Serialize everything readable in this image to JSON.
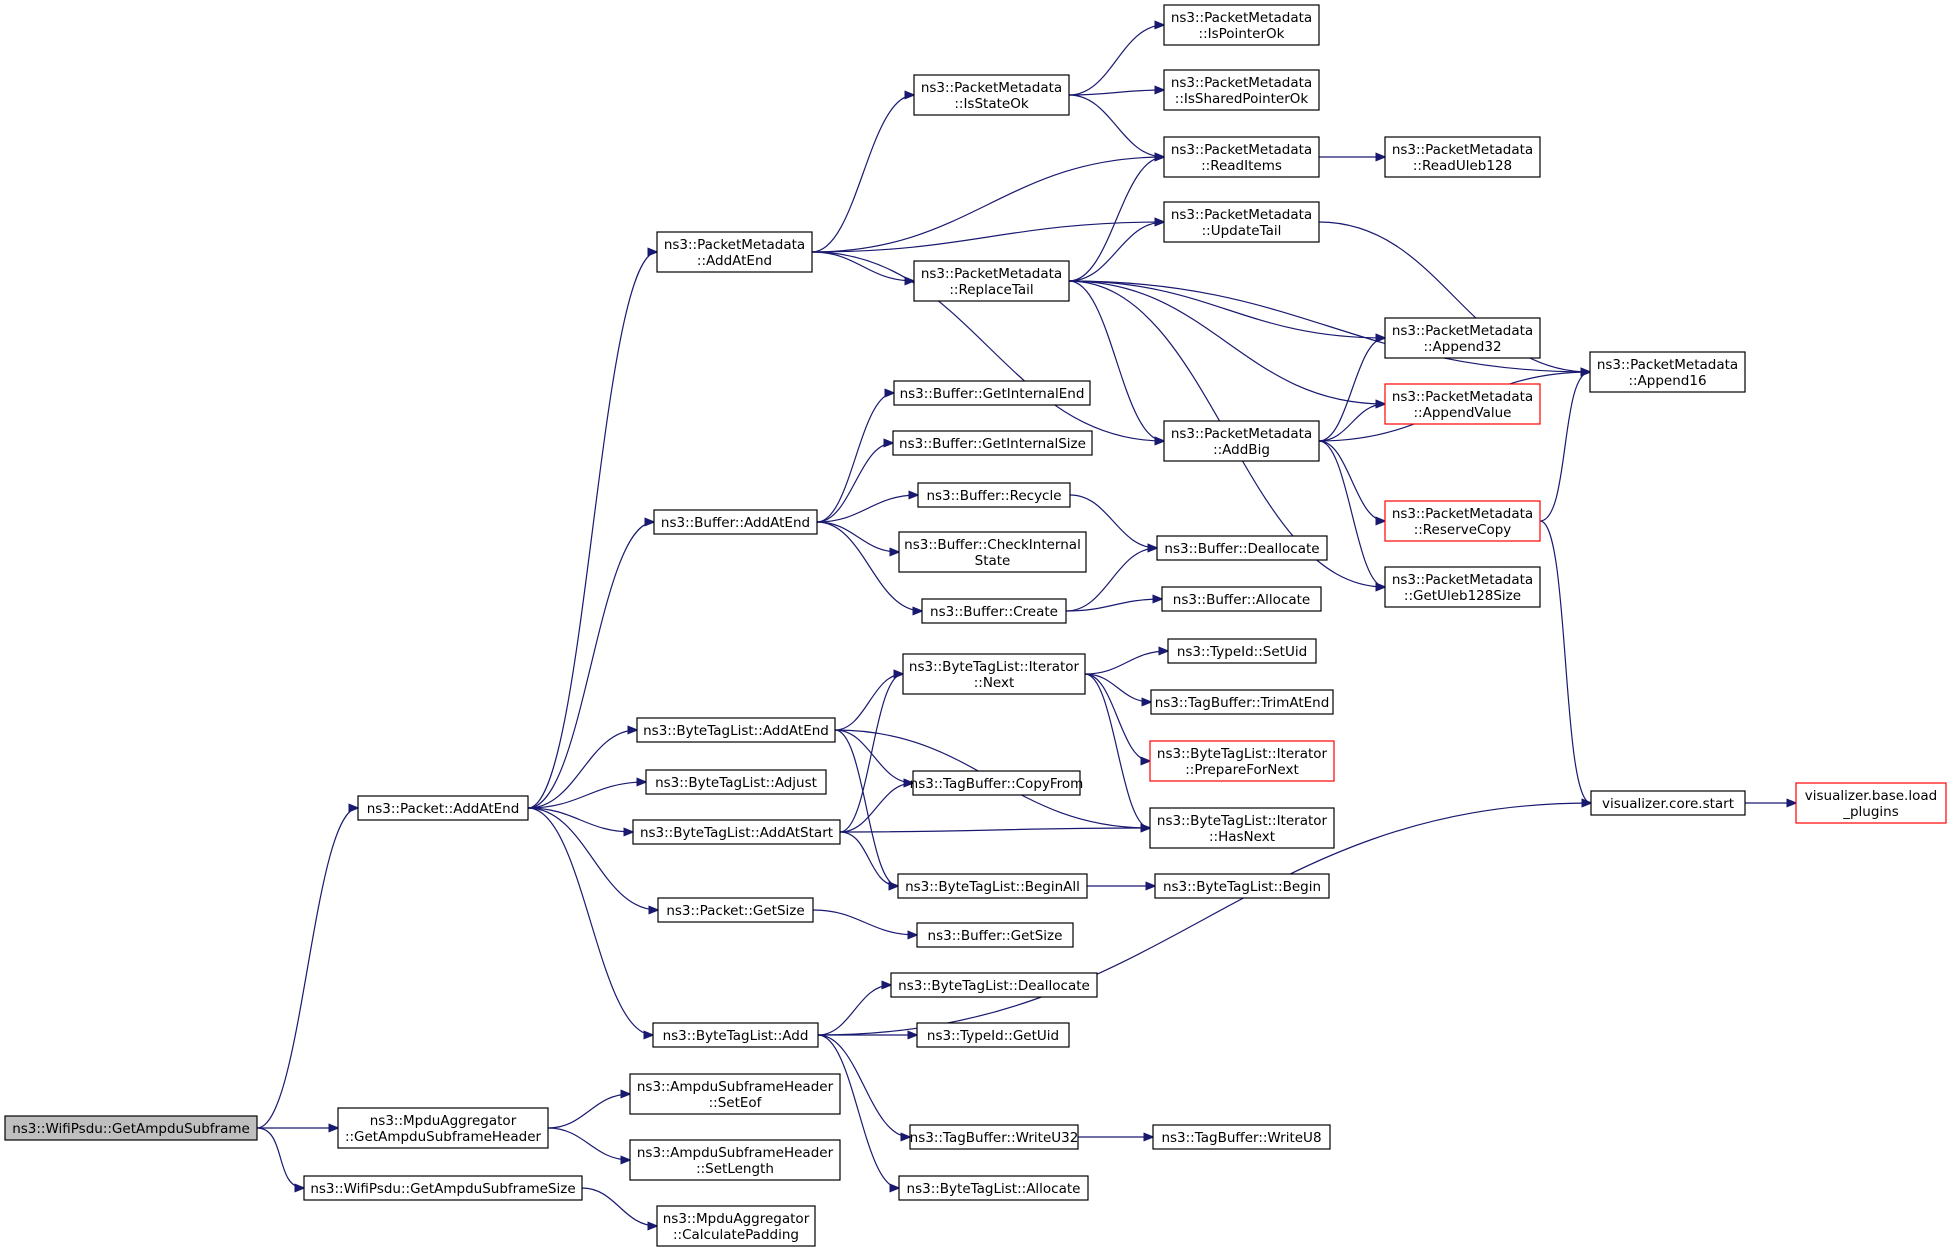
{
  "nodes": [
    {
      "id": "wifipsdu_getampdusubframe",
      "lines": [
        "ns3::WifiPsdu::GetAmpduSubframe"
      ],
      "root": true
    },
    {
      "id": "packet_addatend",
      "lines": [
        "ns3::Packet::AddAtEnd"
      ]
    },
    {
      "id": "mpduagg_getampdusubframeheader",
      "lines": [
        "ns3::MpduAggregator",
        "::GetAmpduSubframeHeader"
      ]
    },
    {
      "id": "wifipsdu_getampdusubframesize",
      "lines": [
        "ns3::WifiPsdu::GetAmpduSubframeSize"
      ]
    },
    {
      "id": "pm_addatend",
      "lines": [
        "ns3::PacketMetadata",
        "::AddAtEnd"
      ]
    },
    {
      "id": "buffer_addatend",
      "lines": [
        "ns3::Buffer::AddAtEnd"
      ]
    },
    {
      "id": "btl_addatend",
      "lines": [
        "ns3::ByteTagList::AddAtEnd"
      ]
    },
    {
      "id": "btl_adjust",
      "lines": [
        "ns3::ByteTagList::Adjust"
      ]
    },
    {
      "id": "btl_addatstart",
      "lines": [
        "ns3::ByteTagList::AddAtStart"
      ]
    },
    {
      "id": "packet_getsize",
      "lines": [
        "ns3::Packet::GetSize"
      ]
    },
    {
      "id": "btl_add",
      "lines": [
        "ns3::ByteTagList::Add"
      ]
    },
    {
      "id": "ash_seteof",
      "lines": [
        "ns3::AmpduSubframeHeader",
        "::SetEof"
      ]
    },
    {
      "id": "ash_setlength",
      "lines": [
        "ns3::AmpduSubframeHeader",
        "::SetLength"
      ]
    },
    {
      "id": "mpduagg_calculatepadding",
      "lines": [
        "ns3::MpduAggregator",
        "::CalculatePadding"
      ]
    },
    {
      "id": "pm_isstateok",
      "lines": [
        "ns3::PacketMetadata",
        "::IsStateOk"
      ]
    },
    {
      "id": "pm_replacetail",
      "lines": [
        "ns3::PacketMetadata",
        "::ReplaceTail"
      ]
    },
    {
      "id": "buffer_getinternalend",
      "lines": [
        "ns3::Buffer::GetInternalEnd"
      ]
    },
    {
      "id": "buffer_getinternalsize",
      "lines": [
        "ns3::Buffer::GetInternalSize"
      ]
    },
    {
      "id": "buffer_recycle",
      "lines": [
        "ns3::Buffer::Recycle"
      ]
    },
    {
      "id": "buffer_checkinternalstate",
      "lines": [
        "ns3::Buffer::CheckInternal",
        "State"
      ]
    },
    {
      "id": "buffer_create",
      "lines": [
        "ns3::Buffer::Create"
      ]
    },
    {
      "id": "btl_iterator_next",
      "lines": [
        "ns3::ByteTagList::Iterator",
        "::Next"
      ]
    },
    {
      "id": "tagbuffer_copyfrom",
      "lines": [
        "ns3::TagBuffer::CopyFrom"
      ]
    },
    {
      "id": "btl_beginall",
      "lines": [
        "ns3::ByteTagList::BeginAll"
      ]
    },
    {
      "id": "buffer_getsize",
      "lines": [
        "ns3::Buffer::GetSize"
      ]
    },
    {
      "id": "btl_deallocate",
      "lines": [
        "ns3::ByteTagList::Deallocate"
      ]
    },
    {
      "id": "typeid_getuid",
      "lines": [
        "ns3::TypeId::GetUid"
      ]
    },
    {
      "id": "tagbuffer_writeu32",
      "lines": [
        "ns3::TagBuffer::WriteU32"
      ]
    },
    {
      "id": "btl_allocate",
      "lines": [
        "ns3::ByteTagList::Allocate"
      ]
    },
    {
      "id": "pm_ispointerok",
      "lines": [
        "ns3::PacketMetadata",
        "::IsPointerOk"
      ]
    },
    {
      "id": "pm_issharedpointerok",
      "lines": [
        "ns3::PacketMetadata",
        "::IsSharedPointerOk"
      ]
    },
    {
      "id": "pm_readitems",
      "lines": [
        "ns3::PacketMetadata",
        "::ReadItems"
      ]
    },
    {
      "id": "pm_updatetail",
      "lines": [
        "ns3::PacketMetadata",
        "::UpdateTail"
      ]
    },
    {
      "id": "pm_addbig",
      "lines": [
        "ns3::PacketMetadata",
        "::AddBig"
      ]
    },
    {
      "id": "buffer_deallocate",
      "lines": [
        "ns3::Buffer::Deallocate"
      ]
    },
    {
      "id": "buffer_allocate",
      "lines": [
        "ns3::Buffer::Allocate"
      ]
    },
    {
      "id": "typeid_setuid",
      "lines": [
        "ns3::TypeId::SetUid"
      ]
    },
    {
      "id": "tagbuffer_trimatend",
      "lines": [
        "ns3::TagBuffer::TrimAtEnd"
      ]
    },
    {
      "id": "btl_iterator_preparefornext",
      "lines": [
        "ns3::ByteTagList::Iterator",
        "::PrepareForNext"
      ],
      "red": true
    },
    {
      "id": "btl_iterator_hasnext",
      "lines": [
        "ns3::ByteTagList::Iterator",
        "::HasNext"
      ]
    },
    {
      "id": "btl_begin",
      "lines": [
        "ns3::ByteTagList::Begin"
      ]
    },
    {
      "id": "tagbuffer_writeu8",
      "lines": [
        "ns3::TagBuffer::WriteU8"
      ]
    },
    {
      "id": "pm_readuleb128",
      "lines": [
        "ns3::PacketMetadata",
        "::ReadUleb128"
      ]
    },
    {
      "id": "pm_append32",
      "lines": [
        "ns3::PacketMetadata",
        "::Append32"
      ]
    },
    {
      "id": "pm_appendvalue",
      "lines": [
        "ns3::PacketMetadata",
        "::AppendValue"
      ],
      "red": true
    },
    {
      "id": "pm_reservecopy",
      "lines": [
        "ns3::PacketMetadata",
        "::ReserveCopy"
      ],
      "red": true
    },
    {
      "id": "pm_getuleb128size",
      "lines": [
        "ns3::PacketMetadata",
        "::GetUleb128Size"
      ]
    },
    {
      "id": "pm_append16",
      "lines": [
        "ns3::PacketMetadata",
        "::Append16"
      ]
    },
    {
      "id": "visualizer_core_start",
      "lines": [
        "visualizer.core.start"
      ]
    },
    {
      "id": "visualizer_base_load_plugins",
      "lines": [
        "visualizer.base.load",
        "_plugins"
      ],
      "red": true
    }
  ],
  "edges": [
    [
      "wifipsdu_getampdusubframe",
      "packet_addatend"
    ],
    [
      "wifipsdu_getampdusubframe",
      "mpduagg_getampdusubframeheader"
    ],
    [
      "wifipsdu_getampdusubframe",
      "wifipsdu_getampdusubframesize"
    ],
    [
      "packet_addatend",
      "pm_addatend"
    ],
    [
      "packet_addatend",
      "buffer_addatend"
    ],
    [
      "packet_addatend",
      "btl_addatend"
    ],
    [
      "packet_addatend",
      "btl_adjust"
    ],
    [
      "packet_addatend",
      "btl_addatstart"
    ],
    [
      "packet_addatend",
      "packet_getsize"
    ],
    [
      "packet_addatend",
      "btl_add"
    ],
    [
      "mpduagg_getampdusubframeheader",
      "ash_seteof"
    ],
    [
      "mpduagg_getampdusubframeheader",
      "ash_setlength"
    ],
    [
      "wifipsdu_getampdusubframesize",
      "mpduagg_calculatepadding"
    ],
    [
      "pm_addatend",
      "pm_isstateok"
    ],
    [
      "pm_addatend",
      "pm_readitems"
    ],
    [
      "pm_addatend",
      "pm_updatetail"
    ],
    [
      "pm_addatend",
      "pm_replacetail"
    ],
    [
      "pm_addatend",
      "pm_addbig"
    ],
    [
      "pm_isstateok",
      "pm_ispointerok"
    ],
    [
      "pm_isstateok",
      "pm_issharedpointerok"
    ],
    [
      "pm_isstateok",
      "pm_readitems"
    ],
    [
      "pm_readitems",
      "pm_readuleb128"
    ],
    [
      "pm_replacetail",
      "pm_readitems"
    ],
    [
      "pm_replacetail",
      "pm_updatetail"
    ],
    [
      "pm_replacetail",
      "pm_append32"
    ],
    [
      "pm_replacetail",
      "pm_appendvalue"
    ],
    [
      "pm_replacetail",
      "pm_addbig"
    ],
    [
      "pm_replacetail",
      "pm_getuleb128size"
    ],
    [
      "pm_replacetail",
      "pm_append16"
    ],
    [
      "pm_updatetail",
      "pm_append16"
    ],
    [
      "pm_addbig",
      "pm_append32"
    ],
    [
      "pm_addbig",
      "pm_appendvalue"
    ],
    [
      "pm_addbig",
      "pm_append16"
    ],
    [
      "pm_addbig",
      "pm_reservecopy"
    ],
    [
      "pm_addbig",
      "pm_getuleb128size"
    ],
    [
      "pm_reservecopy",
      "pm_append16"
    ],
    [
      "pm_reservecopy",
      "visualizer_core_start"
    ],
    [
      "visualizer_core_start",
      "visualizer_base_load_plugins"
    ],
    [
      "buffer_addatend",
      "buffer_getinternalend"
    ],
    [
      "buffer_addatend",
      "buffer_getinternalsize"
    ],
    [
      "buffer_addatend",
      "buffer_recycle"
    ],
    [
      "buffer_addatend",
      "buffer_checkinternalstate"
    ],
    [
      "buffer_addatend",
      "buffer_create"
    ],
    [
      "buffer_recycle",
      "buffer_deallocate"
    ],
    [
      "buffer_create",
      "buffer_deallocate"
    ],
    [
      "buffer_create",
      "buffer_allocate"
    ],
    [
      "btl_addatend",
      "btl_iterator_next"
    ],
    [
      "btl_addatend",
      "tagbuffer_copyfrom"
    ],
    [
      "btl_addatend",
      "btl_beginall"
    ],
    [
      "btl_addatend",
      "btl_iterator_hasnext"
    ],
    [
      "btl_addatstart",
      "btl_iterator_next"
    ],
    [
      "btl_addatstart",
      "tagbuffer_copyfrom"
    ],
    [
      "btl_addatstart",
      "btl_beginall"
    ],
    [
      "btl_addatstart",
      "btl_iterator_hasnext"
    ],
    [
      "btl_iterator_next",
      "typeid_setuid"
    ],
    [
      "btl_iterator_next",
      "tagbuffer_trimatend"
    ],
    [
      "btl_iterator_next",
      "btl_iterator_preparefornext"
    ],
    [
      "btl_iterator_next",
      "btl_iterator_hasnext"
    ],
    [
      "btl_beginall",
      "btl_begin"
    ],
    [
      "packet_getsize",
      "buffer_getsize"
    ],
    [
      "btl_add",
      "btl_deallocate"
    ],
    [
      "btl_add",
      "typeid_getuid"
    ],
    [
      "btl_add",
      "tagbuffer_writeu32"
    ],
    [
      "btl_add",
      "btl_allocate"
    ],
    [
      "btl_add",
      "visualizer_core_start"
    ],
    [
      "tagbuffer_writeu32",
      "tagbuffer_writeu8"
    ]
  ]
}
